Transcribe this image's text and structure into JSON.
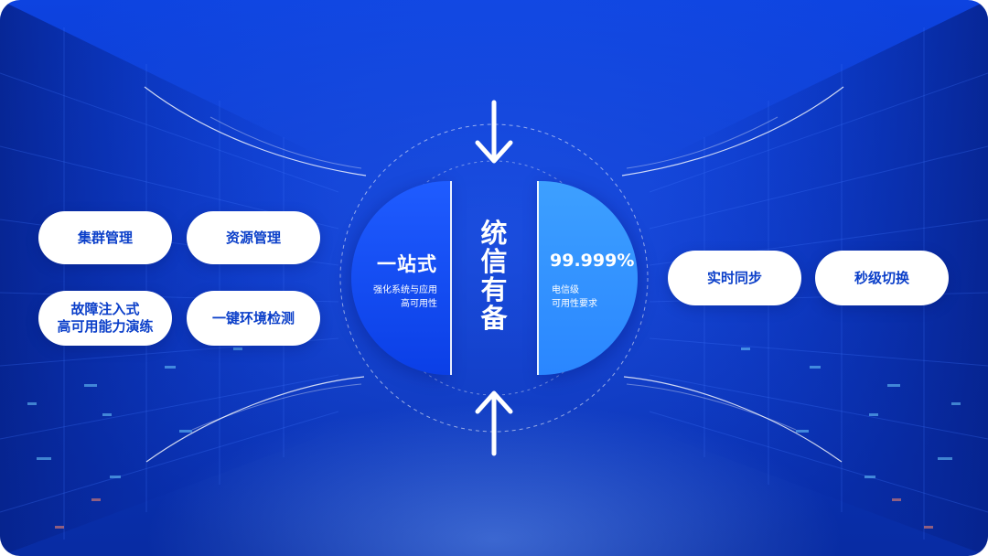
{
  "features_left": [
    {
      "label": "集群管理"
    },
    {
      "label": "资源管理"
    },
    {
      "lines": [
        "故障注入式",
        "高可用能力演练"
      ]
    },
    {
      "label": "一键环境检测"
    }
  ],
  "features_right": [
    {
      "label": "实时同步"
    },
    {
      "label": "秒级切换"
    }
  ],
  "left_half": {
    "title": "一站式",
    "subtitle_lines": [
      "强化系统与应用",
      "高可用性"
    ]
  },
  "center": {
    "title_chars": [
      "统",
      "信",
      "有",
      "备"
    ]
  },
  "right_half": {
    "title": "99.999%",
    "subtitle_lines": [
      "电信级",
      "可用性要求"
    ]
  },
  "colors": {
    "background": "#0a36c6",
    "pill_text": "#0b3fc9",
    "left_half": "#1448f0",
    "right_half": "#2f8dff"
  },
  "icons": [
    "arrow-down-icon",
    "arrow-up-icon"
  ]
}
